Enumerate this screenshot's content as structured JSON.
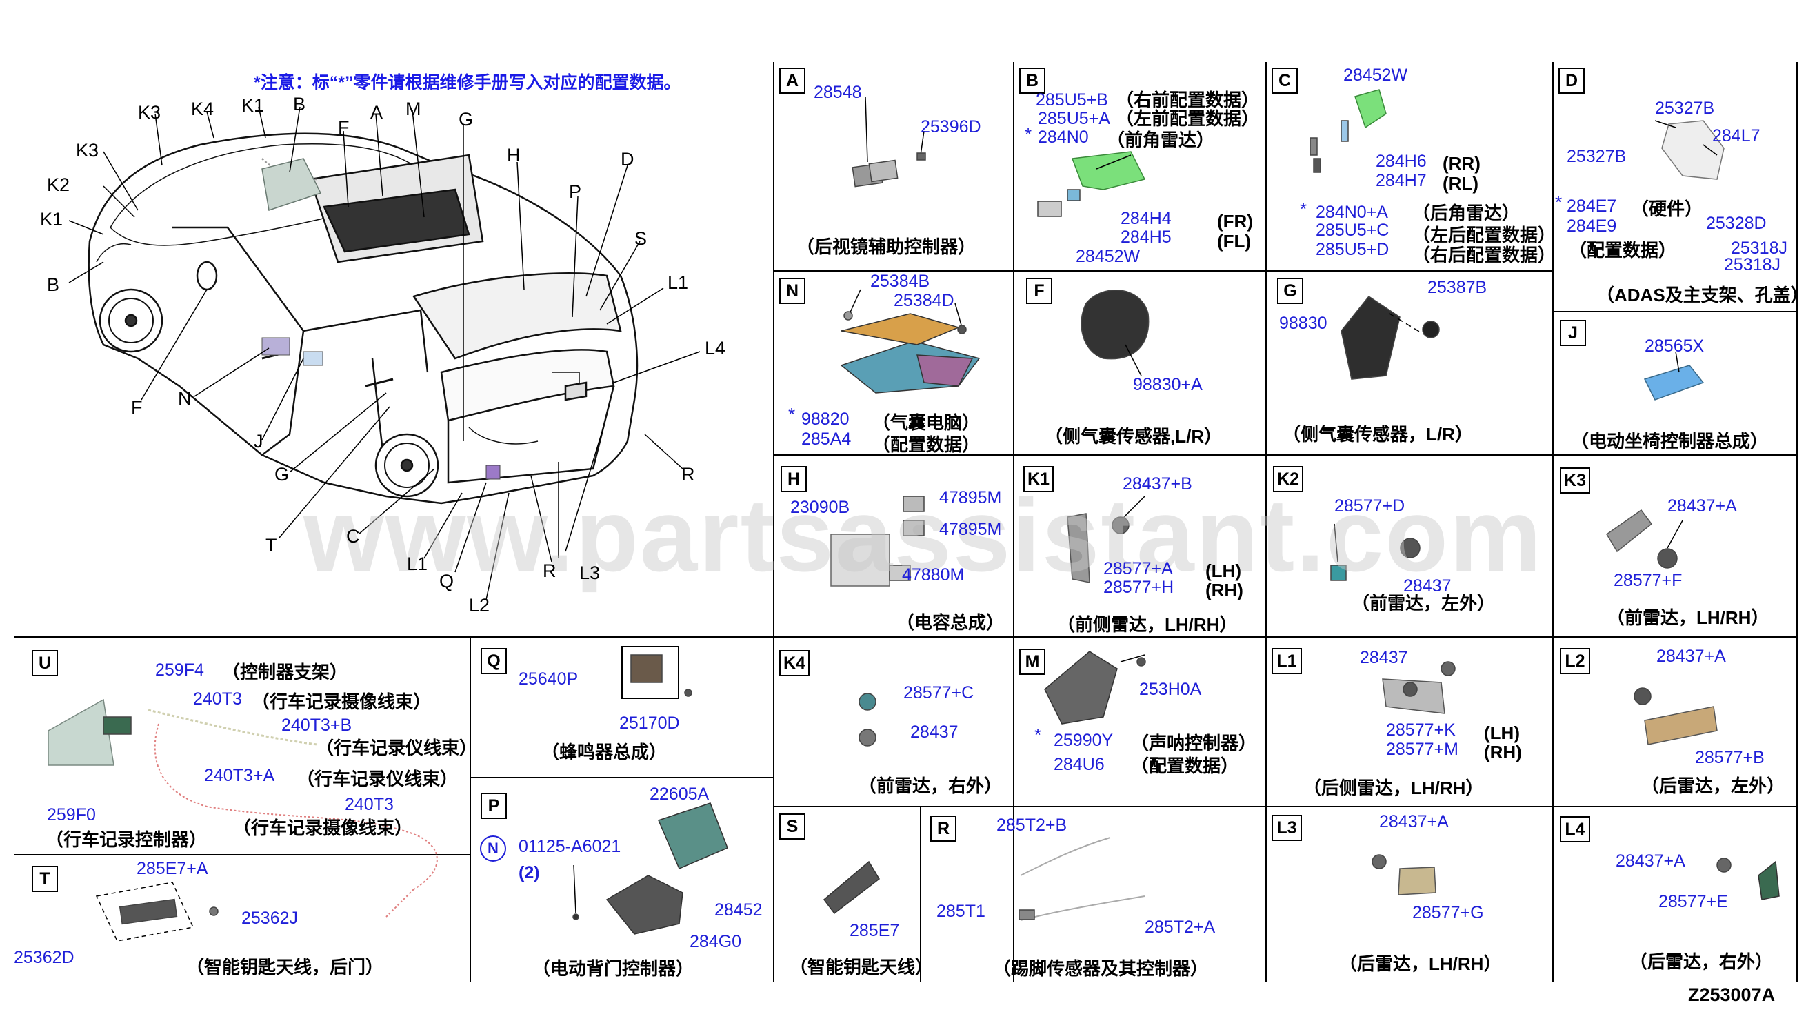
{
  "notice": "*注意：标“*”零件请根据维修手册写入对应的配置数据。",
  "watermark": "www.partsassistant.com",
  "doc_id": "Z253007A",
  "star": "*",
  "car_labels": [
    "K3",
    "K4",
    "K1",
    "B",
    "F",
    "A",
    "M",
    "G",
    "H",
    "P",
    "D",
    "S",
    "L1",
    "L4",
    "R",
    "K3",
    "K2",
    "K1",
    "B",
    "F",
    "N",
    "J",
    "G",
    "T",
    "C",
    "L1",
    "Q",
    "L2",
    "R",
    "L3"
  ],
  "cells": {
    "A": {
      "id": "A",
      "parts": [
        "28548",
        "25396D"
      ],
      "caption": "（后视镜辅助控制器）"
    },
    "B": {
      "id": "B",
      "parts": [
        "285U5+B",
        "285U5+A",
        "284N0",
        "284H4",
        "284H5",
        "28452W"
      ],
      "notes": [
        "（右前配置数据）",
        "（左前配置数据）",
        "（前角雷达）",
        "(FR)",
        "(FL)"
      ]
    },
    "C": {
      "id": "C",
      "parts": [
        "28452W",
        "284H6",
        "284H7",
        "284N0+A",
        "285U5+C",
        "285U5+D"
      ],
      "notes": [
        "(RR)",
        "(RL)",
        "（后角雷达）",
        "（左后配置数据）",
        "（右后配置数据）"
      ]
    },
    "D": {
      "id": "D",
      "parts": [
        "25327B",
        "25327B",
        "284L7",
        "284E7",
        "284E9",
        "25328D",
        "25318J",
        "25318J"
      ],
      "notes": [
        "（硬件）",
        "（配置数据）"
      ],
      "caption": "（ADAS及主支架、孔盖）"
    },
    "N": {
      "id": "N",
      "parts": [
        "25384B",
        "25384D",
        "98820",
        "285A4"
      ],
      "notes": [
        "（气囊电脑）",
        "（配置数据）"
      ]
    },
    "F": {
      "id": "F",
      "parts": [
        "98830+A"
      ],
      "caption": "（侧气囊传感器,L/R）"
    },
    "G": {
      "id": "G",
      "parts": [
        "25387B",
        "98830"
      ],
      "caption": "（侧气囊传感器，L/R）"
    },
    "J": {
      "id": "J",
      "parts": [
        "28565X"
      ],
      "caption": "（电动坐椅控制器总成）"
    },
    "H": {
      "id": "H",
      "parts": [
        "23090B",
        "47895M",
        "47895M",
        "47880M"
      ],
      "caption": "（电容总成）"
    },
    "K1": {
      "id": "K1",
      "parts": [
        "28437+B",
        "28577+A",
        "28577+H"
      ],
      "notes": [
        "(LH)",
        "(RH)"
      ],
      "caption": "（前侧雷达，LH/RH）"
    },
    "K2": {
      "id": "K2",
      "parts": [
        "28577+D",
        "28437"
      ],
      "caption": "（前雷达，左外）"
    },
    "K3": {
      "id": "K3",
      "parts": [
        "28437+A",
        "28577+F"
      ],
      "caption": "（前雷达，LH/RH）"
    },
    "U": {
      "id": "U",
      "parts": [
        "259F4",
        "240T3",
        "240T3+B",
        "240T3+A",
        "240T3",
        "259F0"
      ],
      "notes": [
        "（控制器支架）",
        "（行车记录摄像线束）",
        "（行车记录仪线束）",
        "（行车记录仪线束）",
        "（行车记录摄像线束）",
        "（行车记录控制器）"
      ]
    },
    "Q": {
      "id": "Q",
      "parts": [
        "25640P",
        "25170D"
      ],
      "caption": "（蜂鸣器总成）"
    },
    "K4": {
      "id": "K4",
      "parts": [
        "28577+C",
        "28437"
      ],
      "caption": "（前雷达，右外）"
    },
    "M": {
      "id": "M",
      "parts": [
        "253H0A",
        "25990Y",
        "284U6"
      ],
      "notes": [
        "（声呐控制器）",
        "（配置数据）"
      ]
    },
    "L1": {
      "id": "L1",
      "parts": [
        "28437",
        "28577+K",
        "28577+M"
      ],
      "notes": [
        "(LH)",
        "(RH)"
      ],
      "caption": "（后侧雷达，LH/RH）"
    },
    "L2": {
      "id": "L2",
      "parts": [
        "28437+A",
        "28577+B"
      ],
      "caption": "（后雷达，左外）"
    },
    "P": {
      "id": "P",
      "parts": [
        "22605A",
        "01125-A6021",
        "28452",
        "284G0"
      ],
      "marker": "N",
      "qty": "(2)",
      "caption": "（电动背门控制器）"
    },
    "T": {
      "id": "T",
      "parts": [
        "285E7+A",
        "25362J",
        "25362D"
      ],
      "caption": "（智能钥匙天线，后门）"
    },
    "S": {
      "id": "S",
      "parts": [
        "285E7"
      ],
      "caption": "（智能钥匙天线）"
    },
    "R": {
      "id": "R",
      "parts": [
        "285T2+B",
        "285T1",
        "285T2+A"
      ],
      "caption": "（踢脚传感器及其控制器）"
    },
    "L3": {
      "id": "L3",
      "parts": [
        "28437+A",
        "28577+G"
      ],
      "caption": "（后雷达，LH/RH）"
    },
    "L4": {
      "id": "L4",
      "parts": [
        "28437+A",
        "28577+E"
      ],
      "caption": "（后雷达，右外）"
    }
  }
}
